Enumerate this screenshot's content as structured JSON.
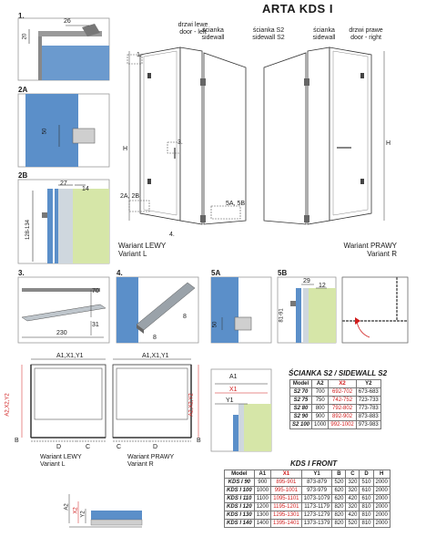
{
  "title": "ARTA KDS I",
  "callouts": {
    "door_left_pl": "drzwi lewe",
    "door_left_en": "door - left",
    "sidewall_pl": "ścianka",
    "sidewall_en": "sidewall",
    "s2_pl": "ścianka S2",
    "s2_en": "sidewall S2",
    "sidewall2_pl": "ścianka",
    "sidewall2_en": "sidewall",
    "door_right_pl": "drzwi prawe",
    "door_right_en": "door - right"
  },
  "detail_numbers": {
    "d1": "1.",
    "d2a": "2A",
    "d2b": "2B",
    "d3": "3.",
    "d4": "4.",
    "d5a": "5A",
    "d5b": "5B",
    "m1": "1.",
    "m3": "3.",
    "m4": "4.",
    "m2a2b": "2A, 2B",
    "m5a5b": "5A, 5B"
  },
  "variants": {
    "left_pl": "Wariant LEWY",
    "left_en": "Variant L",
    "right_pl": "Wariant PRAWY",
    "right_en": "Variant R"
  },
  "dims": {
    "d1_20": "20",
    "d1_26": "26",
    "d2a_50": "50",
    "d2b_27": "27",
    "d2b_14": "14",
    "d2b_range": "128-134",
    "d3_70": "70",
    "d3_31": "31",
    "d3_230": "230",
    "d4_8a": "8",
    "d4_8b": "8",
    "d5a_50": "50",
    "d5b_29": "29",
    "d5b_12": "12",
    "d5b_range": "81-91",
    "H": "H",
    "plan_top": "A1,X1,Y1",
    "plan_side": "A2,X2,Y2",
    "plan_d": "D",
    "plan_c": "C",
    "plan_b": "B",
    "leg_a1": "A1",
    "leg_x1": "X1",
    "leg_y1": "Y1",
    "small_a2": "A2",
    "small_x2": "X2",
    "small_y2": "Y2"
  },
  "s2_table": {
    "title": "ŚCIANKA S2 / SIDEWALL S2",
    "headers": [
      "Model",
      "A2",
      "X2",
      "Y2"
    ],
    "rows": [
      [
        "S2 70",
        "700",
        "692-702",
        "673-683"
      ],
      [
        "S2 75",
        "750",
        "742-752",
        "723-733"
      ],
      [
        "S2 80",
        "800",
        "792-802",
        "773-783"
      ],
      [
        "S2 90",
        "900",
        "892-902",
        "873-883"
      ],
      [
        "S2 100",
        "1000",
        "992-1002",
        "973-983"
      ]
    ]
  },
  "front_table": {
    "title": "KDS I FRONT",
    "headers": [
      "Model",
      "A1",
      "X1",
      "Y1",
      "B",
      "C",
      "D",
      "H"
    ],
    "rows": [
      [
        "KDS I 90",
        "900",
        "895-901",
        "873-879",
        "520",
        "320",
        "510",
        "2000"
      ],
      [
        "KDS I 100",
        "1000",
        "995-1001",
        "973-979",
        "620",
        "320",
        "610",
        "2000"
      ],
      [
        "KDS I 110",
        "1100",
        "1095-1101",
        "1073-1079",
        "620",
        "420",
        "610",
        "2000"
      ],
      [
        "KDS I 120",
        "1200",
        "1195-1201",
        "1173-1179",
        "820",
        "320",
        "810",
        "2000"
      ],
      [
        "KDS I 130",
        "1300",
        "1295-1301",
        "1273-1279",
        "820",
        "420",
        "810",
        "2000"
      ],
      [
        "KDS I 140",
        "1400",
        "1395-1401",
        "1373-1379",
        "820",
        "520",
        "810",
        "2000"
      ]
    ]
  },
  "colors": {
    "glass": "#5b8fc9",
    "wall": "#d6e6a8",
    "red": "#d01c1c",
    "frame": "#444444"
  }
}
